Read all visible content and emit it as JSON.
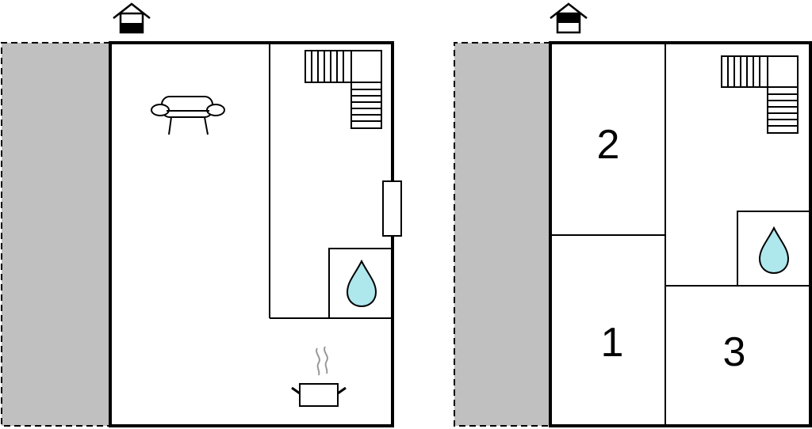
{
  "colors": {
    "wall": "#000000",
    "background": "#ffffff",
    "exterior_area": "#c0c0c0",
    "water": "#aee7ec"
  },
  "floors": [
    {
      "level_icon": "house-ground-floor-icon",
      "rooms": [
        {
          "id": "living-area",
          "icon": "sofa-icon"
        },
        {
          "id": "stair-hall",
          "icon": "staircase-icon"
        },
        {
          "id": "bathroom",
          "icon": "water-drop-icon"
        },
        {
          "id": "kitchen",
          "icon": "cooking-pot-icon"
        }
      ],
      "door_icon": "door-icon"
    },
    {
      "level_icon": "house-upper-floor-icon",
      "rooms": [
        {
          "id": "bedroom-2",
          "number": "2"
        },
        {
          "id": "bedroom-1",
          "number": "1"
        },
        {
          "id": "stair-hall",
          "icon": "staircase-icon"
        },
        {
          "id": "bathroom",
          "icon": "water-drop-icon"
        },
        {
          "id": "bedroom-3",
          "number": "3"
        }
      ]
    }
  ]
}
